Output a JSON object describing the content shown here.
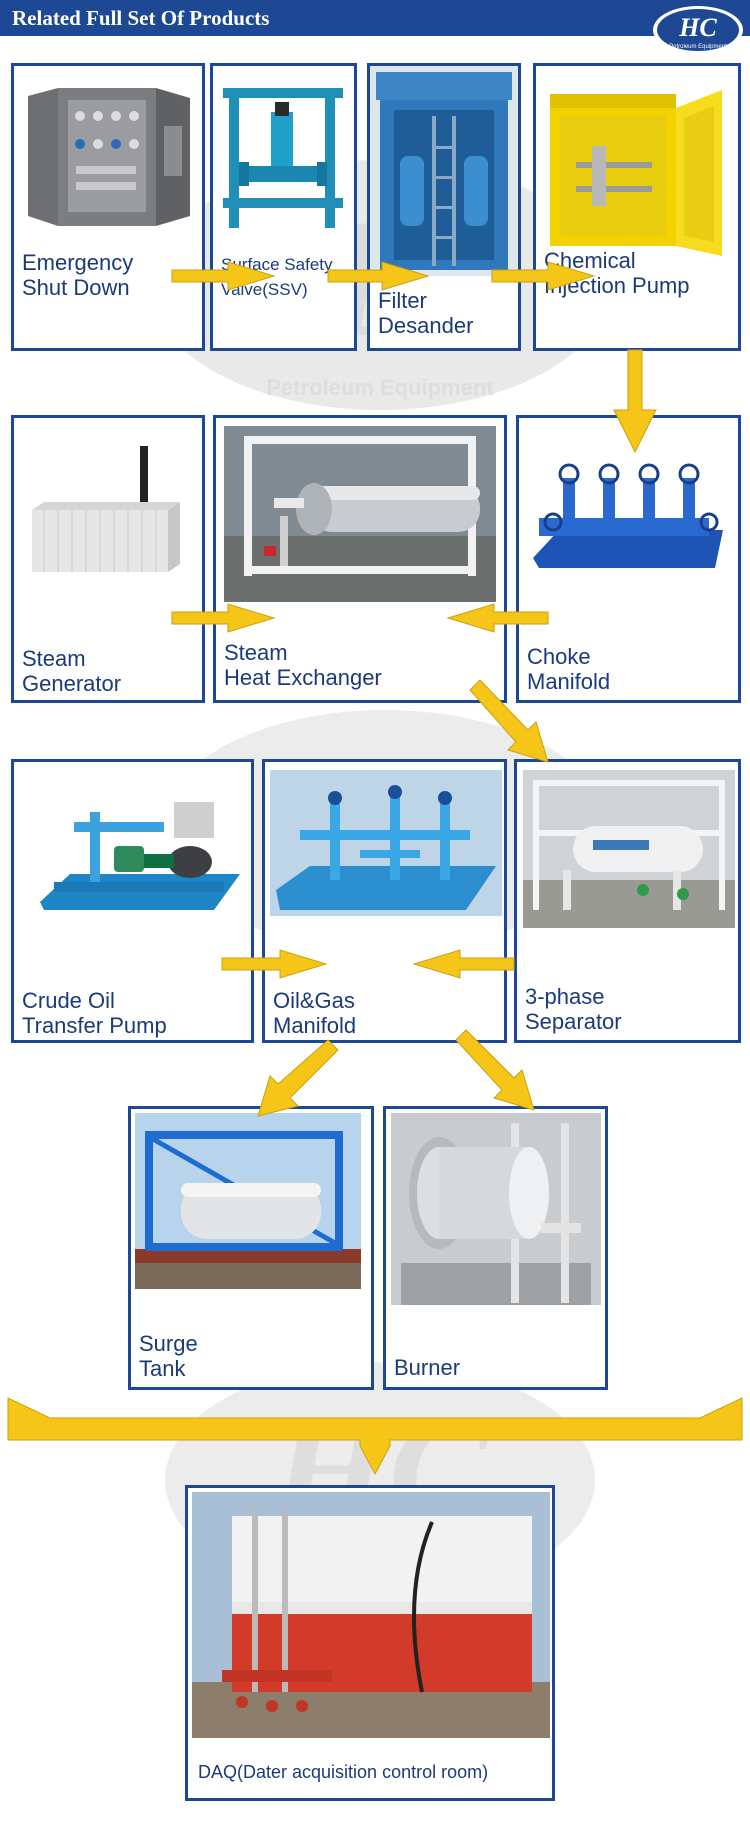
{
  "header": {
    "title": "Related Full Set Of Products",
    "logo_text": "HC",
    "logo_sub": "Petroleum Equipment"
  },
  "watermark": {
    "text": "Petroleum Equipment"
  },
  "colors": {
    "border": "#1d4894",
    "arrow": "#f5c518",
    "header_bg": "#1d4894",
    "label": "#1b3a7a"
  },
  "cards": {
    "esd": {
      "line1": "Emergency",
      "line2": "Shut Down"
    },
    "ssv": {
      "line1": "Surface Safety",
      "line2": "Valve(SSV)"
    },
    "filter": {
      "line1": "Filter",
      "line2": "Desander"
    },
    "chemical": {
      "line1": "Chemical",
      "line2": "Injection Pump"
    },
    "steam_gen": {
      "line1": "Steam",
      "line2": "Generator"
    },
    "steam_hx": {
      "line1": "Steam",
      "line2": "Heat Exchanger"
    },
    "choke": {
      "line1": "Choke",
      "line2": "Manifold"
    },
    "crude": {
      "line1": "Crude Oil",
      "line2": "Transfer Pump"
    },
    "oilgas": {
      "line1": "Oil&Gas",
      "line2": "Manifold"
    },
    "separator": {
      "line1": "3-phase",
      "line2": "Separator"
    },
    "surge": {
      "line1": "Surge",
      "line2": "Tank"
    },
    "burner": {
      "line1": "Burner"
    },
    "daq": {
      "line1": "DAQ(Dater acquisition control room)"
    }
  }
}
